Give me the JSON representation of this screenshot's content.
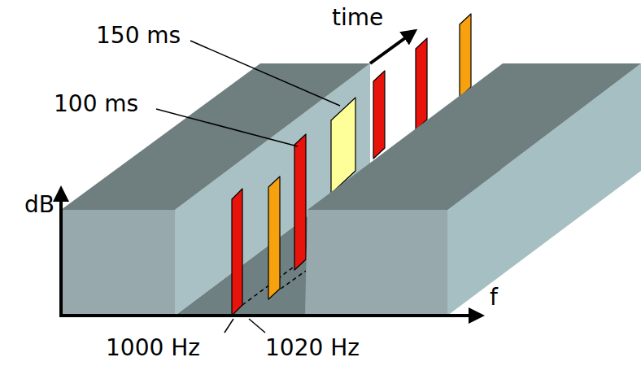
{
  "diagram": {
    "labels": [
      "150 ms",
      "100 ms",
      "time",
      "dB",
      "f",
      "1000 Hz",
      "1020 Hz"
    ]
  }
}
